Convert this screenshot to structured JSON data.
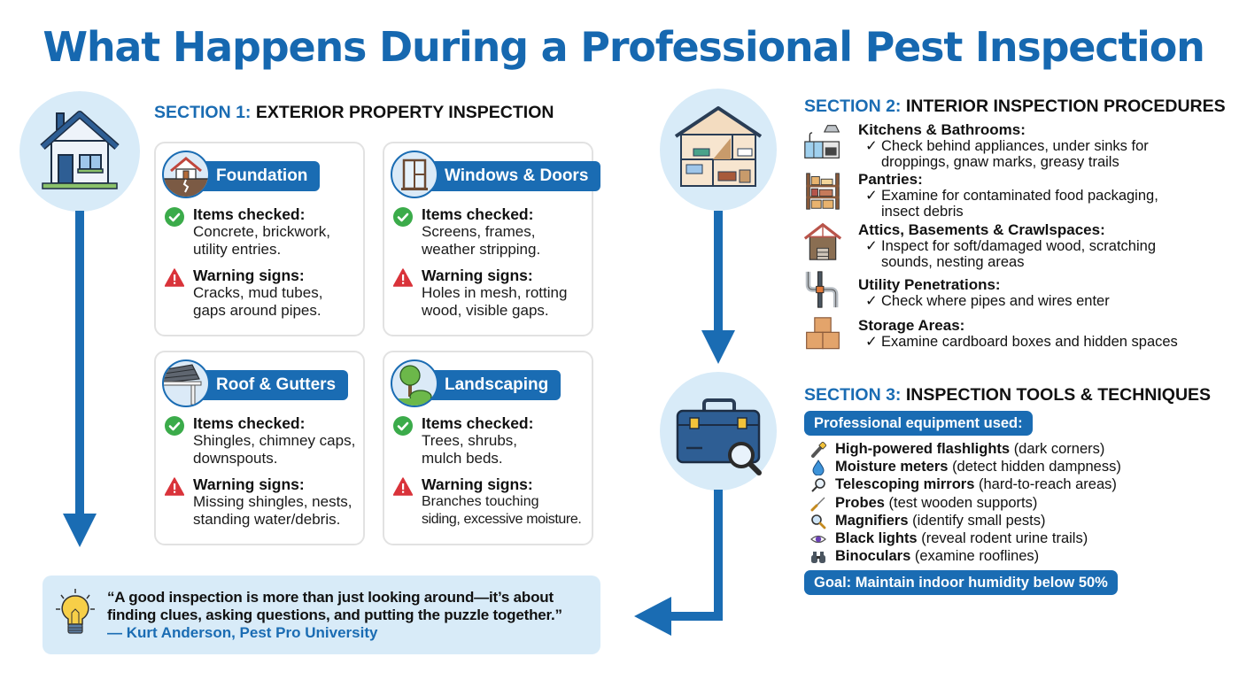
{
  "title": "What Happens During a Professional Pest Inspection",
  "colors": {
    "primary_blue": "#1a6cb3",
    "light_blue": "#d8ebf8",
    "check_green": "#3bab4a",
    "warning_red": "#d9333a"
  },
  "section1": {
    "number": "SECTION 1:",
    "title": "EXTERIOR PROPERTY INSPECTION",
    "icon": "house-icon",
    "cards": [
      {
        "title": "Foundation",
        "icon": "house-foundation-crack-icon",
        "items_label": "Items checked:",
        "items_line1": "Concrete, brickwork,",
        "items_line2": "utility entries.",
        "warning_label": "Warning signs:",
        "warning_line1": "Cracks, mud tubes,",
        "warning_line2": "gaps around pipes."
      },
      {
        "title": "Windows & Doors",
        "icon": "window-icon",
        "items_label": "Items checked:",
        "items_line1": "Screens, frames,",
        "items_line2": "weather stripping.",
        "warning_label": "Warning signs:",
        "warning_line1": "Holes in mesh, rotting",
        "warning_line2": "wood, visible gaps."
      },
      {
        "title": "Roof & Gutters",
        "icon": "roof-gutter-icon",
        "items_label": "Items checked:",
        "items_line1": "Shingles, chimney caps,",
        "items_line2": "downspouts.",
        "warning_label": "Warning signs:",
        "warning_line1": "Missing shingles, nests,",
        "warning_line2": "standing water/debris."
      },
      {
        "title": "Landscaping",
        "icon": "tree-shrub-icon",
        "items_label": "Items checked:",
        "items_line1": "Trees, shrubs,",
        "items_line2": "mulch beds.",
        "warning_label": "Warning signs:",
        "warning_line1": "Branches touching",
        "warning_line2": "siding, excessive moisture."
      }
    ]
  },
  "section2": {
    "number": "SECTION 2:",
    "title": "INTERIOR INSPECTION PROCEDURES",
    "icon": "house-cutaway-icon",
    "items": [
      {
        "heading": "Kitchens & Bathrooms:",
        "line1": "Check behind appliances, under sinks for",
        "line2": "droppings, gnaw marks, greasy trails",
        "icon": "kitchen-icon"
      },
      {
        "heading": "Pantries:",
        "line1": "Examine for contaminated food packaging,",
        "line2": "insect debris",
        "icon": "pantry-shelf-icon"
      },
      {
        "heading": "Attics, Basements & Crawlspaces:",
        "line1": "Inspect for soft/damaged wood, scratching",
        "line2": "sounds, nesting areas",
        "icon": "attic-icon"
      },
      {
        "heading": "Utility Penetrations:",
        "line1": "Check where pipes and wires enter",
        "line2": "",
        "icon": "pipes-icon"
      },
      {
        "heading": "Storage Areas:",
        "line1": "Examine cardboard boxes and hidden spaces",
        "line2": "",
        "icon": "boxes-icon"
      }
    ],
    "check_glyph": "✓"
  },
  "section3": {
    "number": "SECTION 3:",
    "title": "INSPECTION TOOLS & TECHNIQUES",
    "icon": "toolbox-magnifier-icon",
    "equipment_label": "Professional equipment used:",
    "tools": [
      {
        "name": "High-powered flashlights",
        "desc": "(dark corners)",
        "icon": "flashlight-icon"
      },
      {
        "name": "Moisture meters",
        "desc": "(detect hidden dampness)",
        "icon": "water-drop-icon"
      },
      {
        "name": "Telescoping mirrors",
        "desc": "(hard-to-reach areas)",
        "icon": "mirror-icon"
      },
      {
        "name": "Probes",
        "desc": "(test wooden supports)",
        "icon": "probe-icon"
      },
      {
        "name": "Magnifiers",
        "desc": "(identify small pests)",
        "icon": "magnifier-icon"
      },
      {
        "name": "Black lights",
        "desc": "(reveal rodent urine trails)",
        "icon": "eye-icon"
      },
      {
        "name": "Binoculars",
        "desc": "(examine rooflines)",
        "icon": "binoculars-icon"
      }
    ],
    "goal": "Goal: Maintain indoor humidity below 50%"
  },
  "quote": {
    "icon": "lightbulb-icon",
    "line1": "“A good inspection is more than just looking around—it’s about",
    "line2": "finding clues, asking questions, and putting the puzzle together.”",
    "attribution": "— Kurt Anderson, Pest Pro University"
  }
}
